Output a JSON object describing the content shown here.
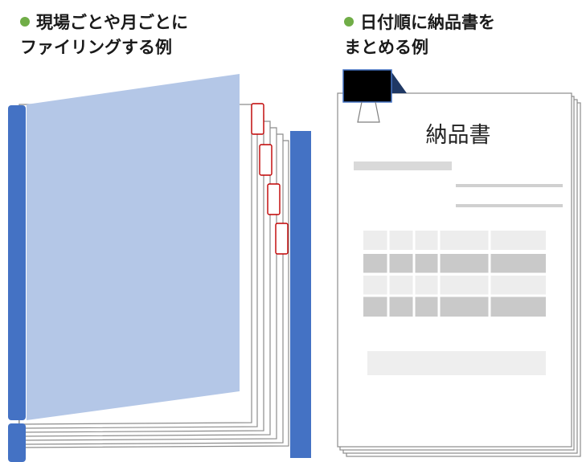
{
  "captions": {
    "left": {
      "line1": "現場ごとや月ごとに",
      "line2": "ファイリングする例"
    },
    "right": {
      "line1": "日付順に納品書を",
      "line2": "まとめる例"
    }
  },
  "invoice": {
    "title": "納品書"
  },
  "colors": {
    "bullet": "#70ad47",
    "binder_spine": "#4472c4",
    "binder_cover": "#b4c7e7",
    "index_tab": "#c00000",
    "clip": "#000000",
    "table_light": "#ededed",
    "table_dark": "#c9c9c9"
  }
}
